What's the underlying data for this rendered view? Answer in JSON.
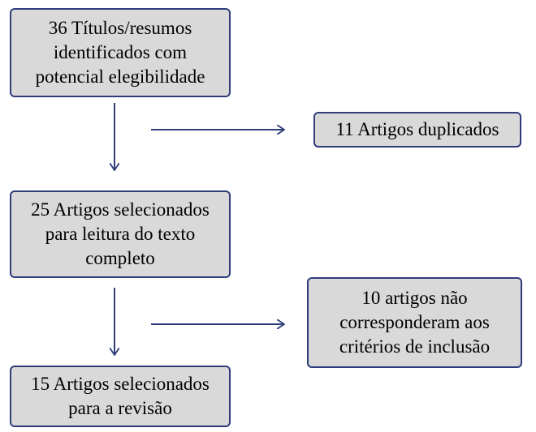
{
  "flowchart": {
    "colors": {
      "box_fill": "#d9d9d9",
      "border": "#2e3d7a",
      "arrow": "#2e3d7a"
    },
    "boxes": [
      {
        "id": "identified",
        "text": "36 Títulos/resumos\nidentificados com\npotencial elegibilidade"
      },
      {
        "id": "duplicates",
        "text": "11 Artigos duplicados"
      },
      {
        "id": "selected_full_text",
        "text": "25 Artigos selecionados\npara leitura do texto\ncompleto"
      },
      {
        "id": "excluded",
        "text": "10 artigos não\ncorresponderam aos\ncritérios de inclusão"
      },
      {
        "id": "included",
        "text": "15 Artigos selecionados\npara a revisão"
      }
    ]
  }
}
